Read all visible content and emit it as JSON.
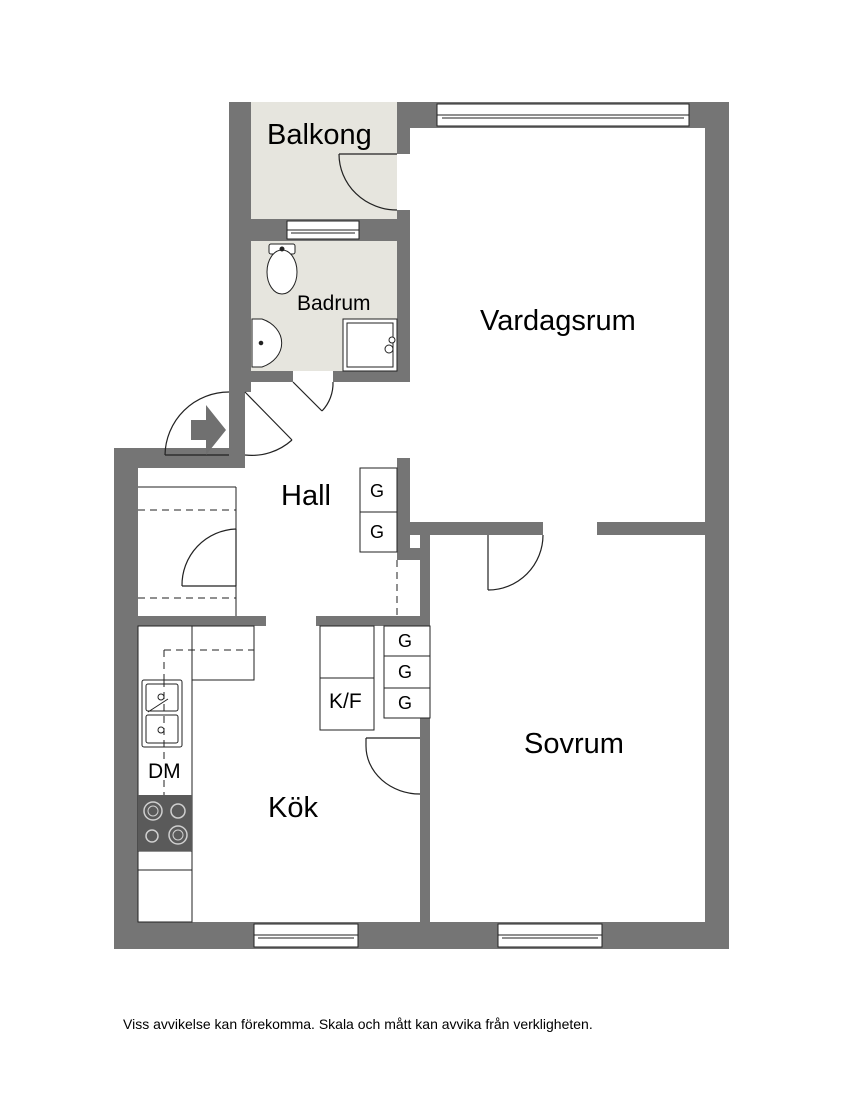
{
  "rooms": {
    "balkong": "Balkong",
    "badrum": "Badrum",
    "vardagsrum": "Vardagsrum",
    "hall": "Hall",
    "sovrum": "Sovrum",
    "kok": "Kök"
  },
  "fixtures": {
    "wardrobe_g": "G",
    "fridge_freezer": "K/F",
    "dishwasher": "DM"
  },
  "disclaimer": "Viss avvikelse kan förekomma. Skala och mått kan avvika från verkligheten.",
  "colors": {
    "wall": "#757575",
    "balcony_fill": "#e6e5de",
    "bathroom_fill": "#e6e5de",
    "line": "#222222",
    "entry_arrow": "#707070",
    "stove": "#5a5a5a"
  }
}
